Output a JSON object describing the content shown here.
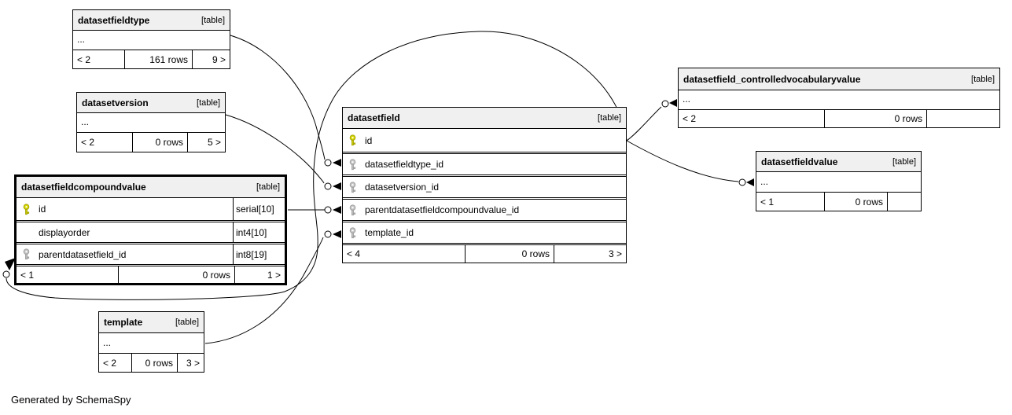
{
  "diagram": {
    "generated_by": "Generated by SchemaSpy"
  },
  "tables": {
    "datasetfieldtype": {
      "name": "datasetfieldtype",
      "type_badge": "[table]",
      "ellipsis": "...",
      "stats": {
        "left": "< 2",
        "middle": "161 rows",
        "right": "9 >"
      }
    },
    "datasetversion": {
      "name": "datasetversion",
      "type_badge": "[table]",
      "ellipsis": "...",
      "stats": {
        "left": "< 2",
        "middle": "0 rows",
        "right": "5 >"
      }
    },
    "datasetfieldcompoundvalue": {
      "name": "datasetfieldcompoundvalue",
      "type_badge": "[table]",
      "columns": [
        {
          "name": "id",
          "type": "serial[10]",
          "key": "primary"
        },
        {
          "name": "displayorder",
          "type": "int4[10]",
          "key": ""
        },
        {
          "name": "parentdatasetfield_id",
          "type": "int8[19]",
          "key": "foreign"
        }
      ],
      "stats": {
        "left": "< 1",
        "middle": "0 rows",
        "right": "1 >"
      }
    },
    "datasetfield": {
      "name": "datasetfield",
      "type_badge": "[table]",
      "columns": [
        {
          "name": "id",
          "key": "primary"
        },
        {
          "name": "datasetfieldtype_id",
          "key": "foreign"
        },
        {
          "name": "datasetversion_id",
          "key": "foreign"
        },
        {
          "name": "parentdatasetfieldcompoundvalue_id",
          "key": "foreign"
        },
        {
          "name": "template_id",
          "key": "foreign"
        }
      ],
      "stats": {
        "left": "< 4",
        "middle": "0 rows",
        "right": "3 >"
      }
    },
    "datasetfield_controlledvocabularyvalue": {
      "name": "datasetfield_controlledvocabularyvalue",
      "type_badge": "[table]",
      "ellipsis": "...",
      "stats": {
        "left": "< 2",
        "middle": "0 rows",
        "right": ""
      }
    },
    "datasetfieldvalue": {
      "name": "datasetfieldvalue",
      "type_badge": "[table]",
      "ellipsis": "...",
      "stats": {
        "left": "< 1",
        "middle": "0 rows",
        "right": ""
      }
    },
    "template": {
      "name": "template",
      "type_badge": "[table]",
      "ellipsis": "...",
      "stats": {
        "left": "< 2",
        "middle": "0 rows",
        "right": "3 >"
      }
    }
  },
  "relationships": [
    {
      "from": "datasetfieldtype",
      "to": "datasetfield.datasetfieldtype_id"
    },
    {
      "from": "datasetversion",
      "to": "datasetfield.datasetversion_id"
    },
    {
      "from": "datasetfieldcompoundvalue.id",
      "to": "datasetfield.parentdatasetfieldcompoundvalue_id"
    },
    {
      "from": "template",
      "to": "datasetfield.template_id"
    },
    {
      "from": "datasetfield.id",
      "to": "datasetfieldcompoundvalue.parentdatasetfield_id"
    },
    {
      "from": "datasetfield.id",
      "to": "datasetfield_controlledvocabularyvalue"
    },
    {
      "from": "datasetfield.id",
      "to": "datasetfieldvalue"
    }
  ],
  "colors": {
    "header_bg": "#f0f0f0",
    "border": "#000000",
    "edge": "#000000",
    "primary_key_icon": "#d9d900",
    "foreign_key_icon": "#c8c8c8"
  }
}
